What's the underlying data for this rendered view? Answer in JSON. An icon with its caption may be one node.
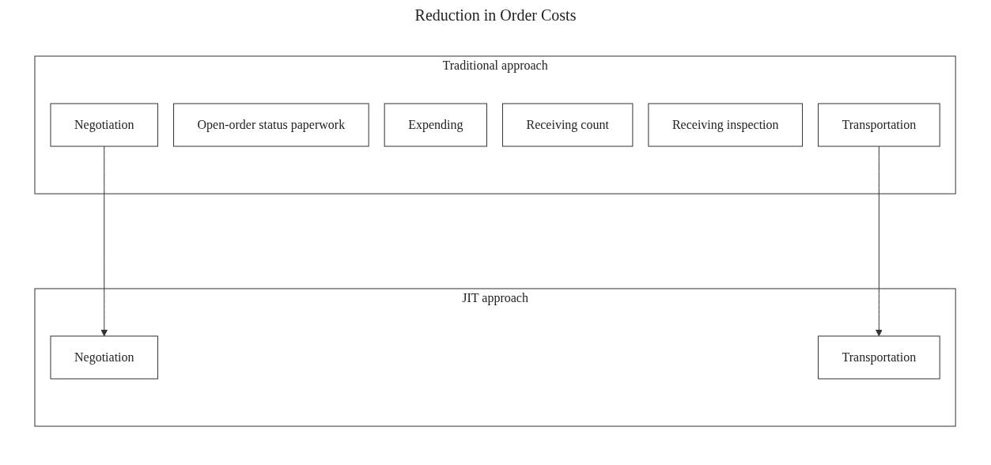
{
  "diagram": {
    "title": "Reduction in Order Costs",
    "nodes": [
      {
        "text": [
          "Traditional approach"
        ]
      },
      {
        "text": [
          "Negotiation"
        ],
        "in": 0
      },
      {
        "text": [
          "Open-order status paperwork"
        ],
        "in": 0
      },
      {
        "text": [
          "Expending"
        ],
        "in": 0
      },
      {
        "text": [
          "Receiving count"
        ],
        "in": 0
      },
      {
        "text": [
          "Receiving inspection"
        ],
        "in": 0
      },
      {
        "text": [
          "Transportation"
        ],
        "in": 0
      },
      {
        "text": [
          "JIT approach"
        ]
      },
      {
        "text": [
          "Negotiation"
        ],
        "in": 7
      },
      {
        "text": [
          "Transportation"
        ],
        "in": 7
      }
    ],
    "edges": [
      {
        "from": 1,
        "to": 8,
        "arrow": "to"
      },
      {
        "from": 6,
        "to": 9,
        "arrow": "to"
      }
    ]
  }
}
